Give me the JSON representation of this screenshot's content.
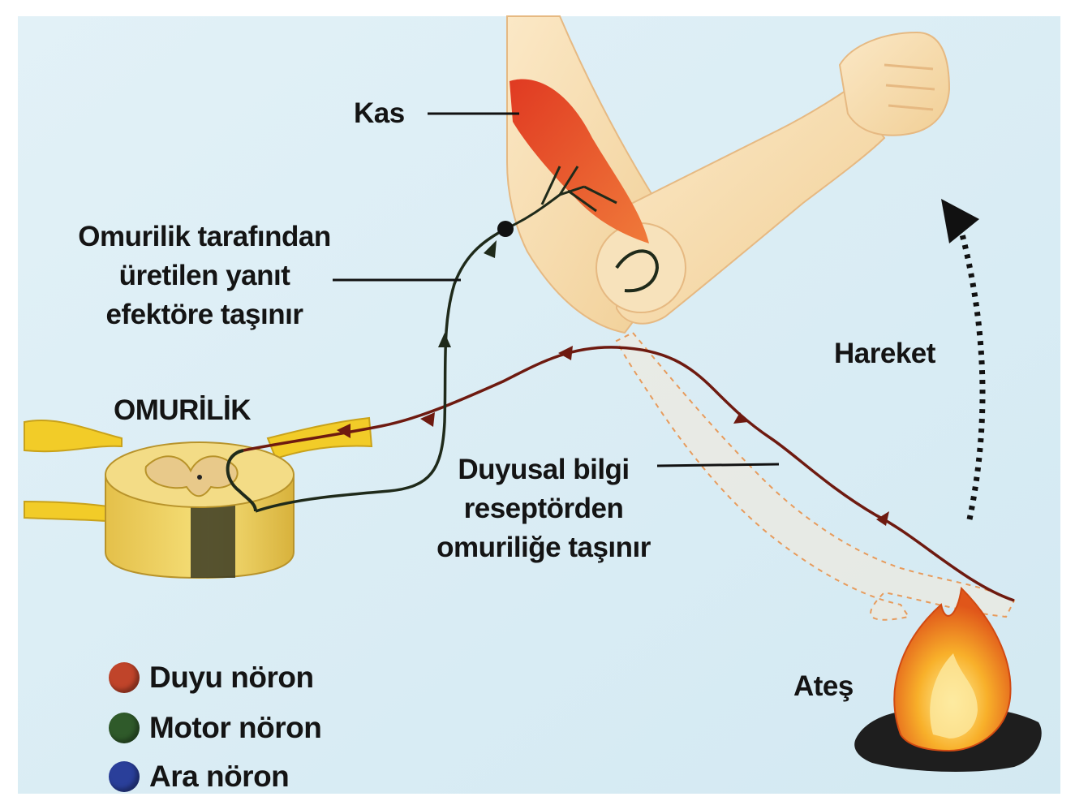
{
  "labels": {
    "muscle": "Kas",
    "motor_caption": [
      "Omurilik tarafından",
      "üretilen yanıt",
      "efektöre taşınır"
    ],
    "spinal_cord": "OMURİLİK",
    "sensory_caption": [
      "Duyusal bilgi",
      "reseptörden",
      "omuriliğe taşınır"
    ],
    "movement": "Hareket",
    "fire": "Ateş"
  },
  "legend": [
    {
      "label": "Duyu nöron",
      "color": "#c0442a"
    },
    {
      "label": "Motor nöron",
      "color": "#2f5a2a"
    },
    {
      "label": "Ara nöron",
      "color": "#2a3f9a"
    }
  ],
  "colors": {
    "background": "#d9ecf4",
    "sensory_path": "#6e1a10",
    "motor_path": "#1f2a1a",
    "skin": "#f6ddb2",
    "muscle": "#e2552a",
    "spinal_cord": "#f0d46a",
    "flame": "#f39a1c"
  }
}
